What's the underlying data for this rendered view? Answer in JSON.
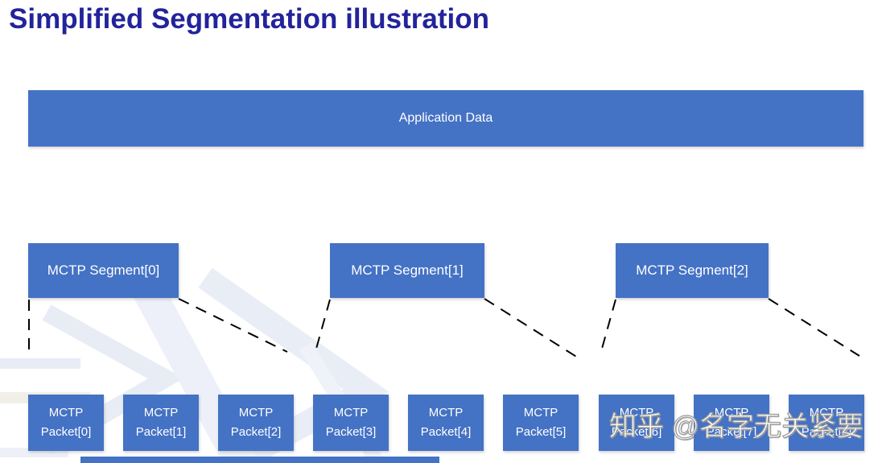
{
  "title": "Simplified Segmentation illustration",
  "application_bar": {
    "label": "Application Data"
  },
  "segments": [
    {
      "label": "MCTP Segment[0]"
    },
    {
      "label": "MCTP Segment[1]"
    },
    {
      "label": "MCTP Segment[2]"
    }
  ],
  "packets": [
    {
      "label": "MCTP Packet[0]"
    },
    {
      "label": "MCTP Packet[1]"
    },
    {
      "label": "MCTP Packet[2]"
    },
    {
      "label": "MCTP Packet[3]"
    },
    {
      "label": "MCTP Packet[4]"
    },
    {
      "label": "MCTP Packet[5]"
    },
    {
      "label": "MCTP Packet[6]"
    },
    {
      "label": "MCTP Packet[7]"
    },
    {
      "label": "MCTP Packet[8]"
    }
  ],
  "watermark": {
    "text": "知乎 @名字无关紧要"
  },
  "colors": {
    "box_blue": "#4472C4",
    "title_blue": "#23239B",
    "connector_black": "#000000",
    "background_accent": "#E7ECF5",
    "background_accent_warm": "#F1EFE7"
  }
}
